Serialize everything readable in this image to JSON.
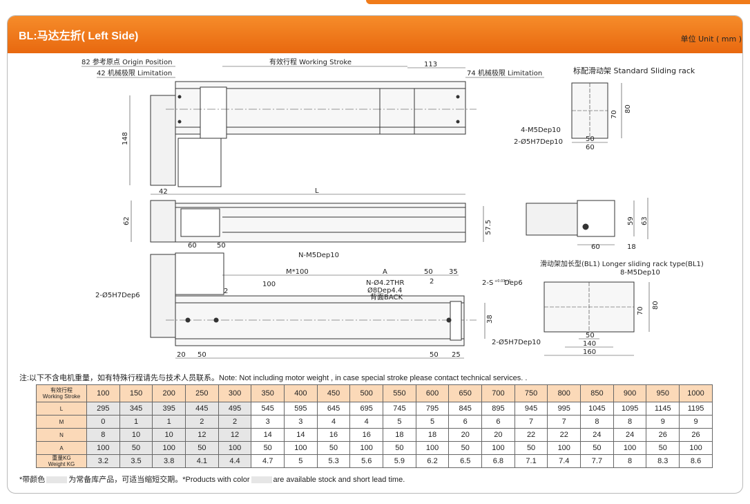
{
  "header": {
    "title": "BL:马达左折( Left Side)"
  },
  "unit_label": "单位 Unit ( mm )",
  "drawing": {
    "origin": "82 参考原点 Origin Position",
    "limit42": "42 机械极限 Limitation",
    "stroke": "有效行程 Working Stroke",
    "d113": "113",
    "limit74": "74 机械极限 Limitation",
    "std_rack": "标配滑动架 Standard Sliding rack",
    "d148": "148",
    "d42": "42",
    "dL": "L",
    "d62": "62",
    "d57_5": "57.5",
    "d60a": "60",
    "d50a": "50",
    "nm5": "N-M5Dep10",
    "m100": "M*100",
    "dA": "A",
    "d50b": "50",
    "d35": "35",
    "d100": "100",
    "d2a": "2",
    "d2b": "2",
    "n42": "N-Ø4.2THR",
    "cb": "Ø8Dep4.4",
    "back": "背面BACK",
    "s5": "2-S",
    "s5tol": "+0.03 / 0",
    "s5dep": "Dep6",
    "o5h7": "2-Ø5H7Dep6",
    "d38": "38",
    "d20": "20",
    "d50c": "50",
    "d50d": "50",
    "d25": "25",
    "m5_4": "4-M5Dep10",
    "o5_2": "2-Ø5H7Dep10",
    "d50e": "50",
    "d60b": "60",
    "d80a": "80",
    "d70a": "70",
    "d59": "59",
    "d63": "63",
    "d60c": "60",
    "d18": "18",
    "long_rack": "滑动架加长型(BL1) Longer sliding rack type(BL1)",
    "m5_8": "8-M5Dep10",
    "d80b": "80",
    "d70b": "70",
    "d50f": "50",
    "d140": "140",
    "d160": "160",
    "o5_3": "2-Ø5H7Dep10"
  },
  "note": "注:以下不含电机重量，如有特殊行程请先与技术人员联系。Note: Not including motor weight , in case special stroke please contact technical services. .",
  "table": {
    "rows": [
      {
        "label_cn": "有效行程",
        "label_en": "Working Stroke",
        "values": [
          "100",
          "150",
          "200",
          "250",
          "300",
          "350",
          "400",
          "450",
          "500",
          "550",
          "600",
          "650",
          "700",
          "750",
          "800",
          "850",
          "900",
          "950",
          "1000"
        ]
      },
      {
        "label_cn": "L",
        "label_en": "",
        "values": [
          "295",
          "345",
          "395",
          "445",
          "495",
          "545",
          "595",
          "645",
          "695",
          "745",
          "795",
          "845",
          "895",
          "945",
          "995",
          "1045",
          "1095",
          "1145",
          "1195"
        ]
      },
      {
        "label_cn": "M",
        "label_en": "",
        "values": [
          "0",
          "1",
          "1",
          "2",
          "2",
          "3",
          "3",
          "4",
          "4",
          "5",
          "5",
          "6",
          "6",
          "7",
          "7",
          "8",
          "8",
          "9",
          "9"
        ]
      },
      {
        "label_cn": "N",
        "label_en": "",
        "values": [
          "8",
          "10",
          "10",
          "12",
          "12",
          "14",
          "14",
          "16",
          "16",
          "18",
          "18",
          "20",
          "20",
          "22",
          "22",
          "24",
          "24",
          "26",
          "26"
        ]
      },
      {
        "label_cn": "A",
        "label_en": "",
        "values": [
          "100",
          "50",
          "100",
          "50",
          "100",
          "50",
          "100",
          "50",
          "100",
          "50",
          "100",
          "50",
          "100",
          "50",
          "100",
          "50",
          "100",
          "50",
          "100"
        ]
      },
      {
        "label_cn": "重量KG",
        "label_en": "Weight KG",
        "values": [
          "3.2",
          "3.5",
          "3.8",
          "4.1",
          "4.4",
          "4.7",
          "5",
          "5.3",
          "5.6",
          "5.9",
          "6.2",
          "6.5",
          "6.8",
          "7.1",
          "7.4",
          "7.7",
          "8",
          "8.3",
          "8.6"
        ]
      }
    ],
    "stock_columns": 5
  },
  "footnote": {
    "prefix": "*带颜色",
    "mid": "为常备库产品，可适当缩短交期。*Products with color",
    "suffix": "are available stock  and short lead time."
  },
  "colors": {
    "accent": "#f07b1a",
    "stock": "#e6e6e6",
    "header_cell": "#fbd9b8"
  }
}
